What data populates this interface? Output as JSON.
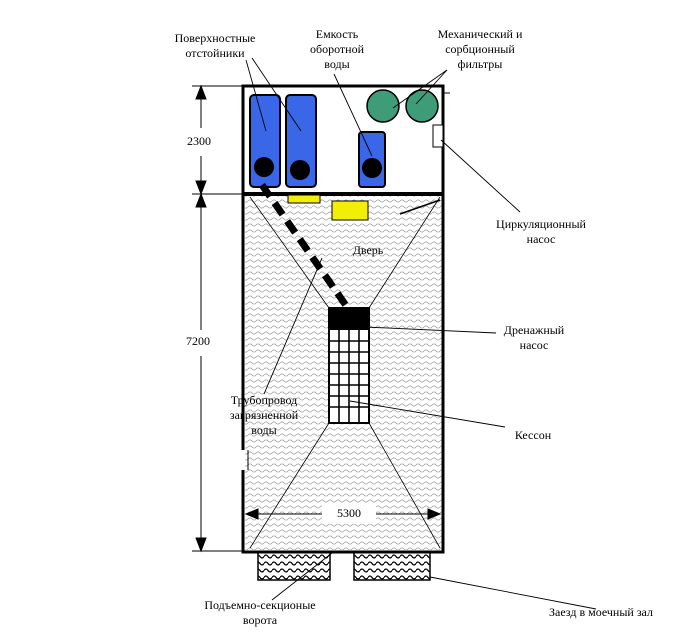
{
  "labels": {
    "surface_settlers": "Поверхностные\nотстойники",
    "recycled_water_tank": "Емкость\nоборотной\nводы",
    "filters": "Механический и\nсорбционный\nфильтры",
    "circulation_pump": "Циркуляционный\nнасос",
    "door": "Дверь",
    "drainage_pump": "Дренажный\nнасос",
    "dirty_water_pipeline": "Трубопровод\nзагрязненной\nводы",
    "caisson": "Кессон",
    "sectional_gates": "Подъемно-секционые\nворота",
    "entrance": "Заезд в моечный зал"
  },
  "dimensions": {
    "upper_height": "2300",
    "lower_height": "7200",
    "width": "5300"
  },
  "colors": {
    "settler_blue": "#3a66e8",
    "filter_green": "#3f9c78",
    "door_yellow": "#f3ee05",
    "outline": "#000000"
  }
}
